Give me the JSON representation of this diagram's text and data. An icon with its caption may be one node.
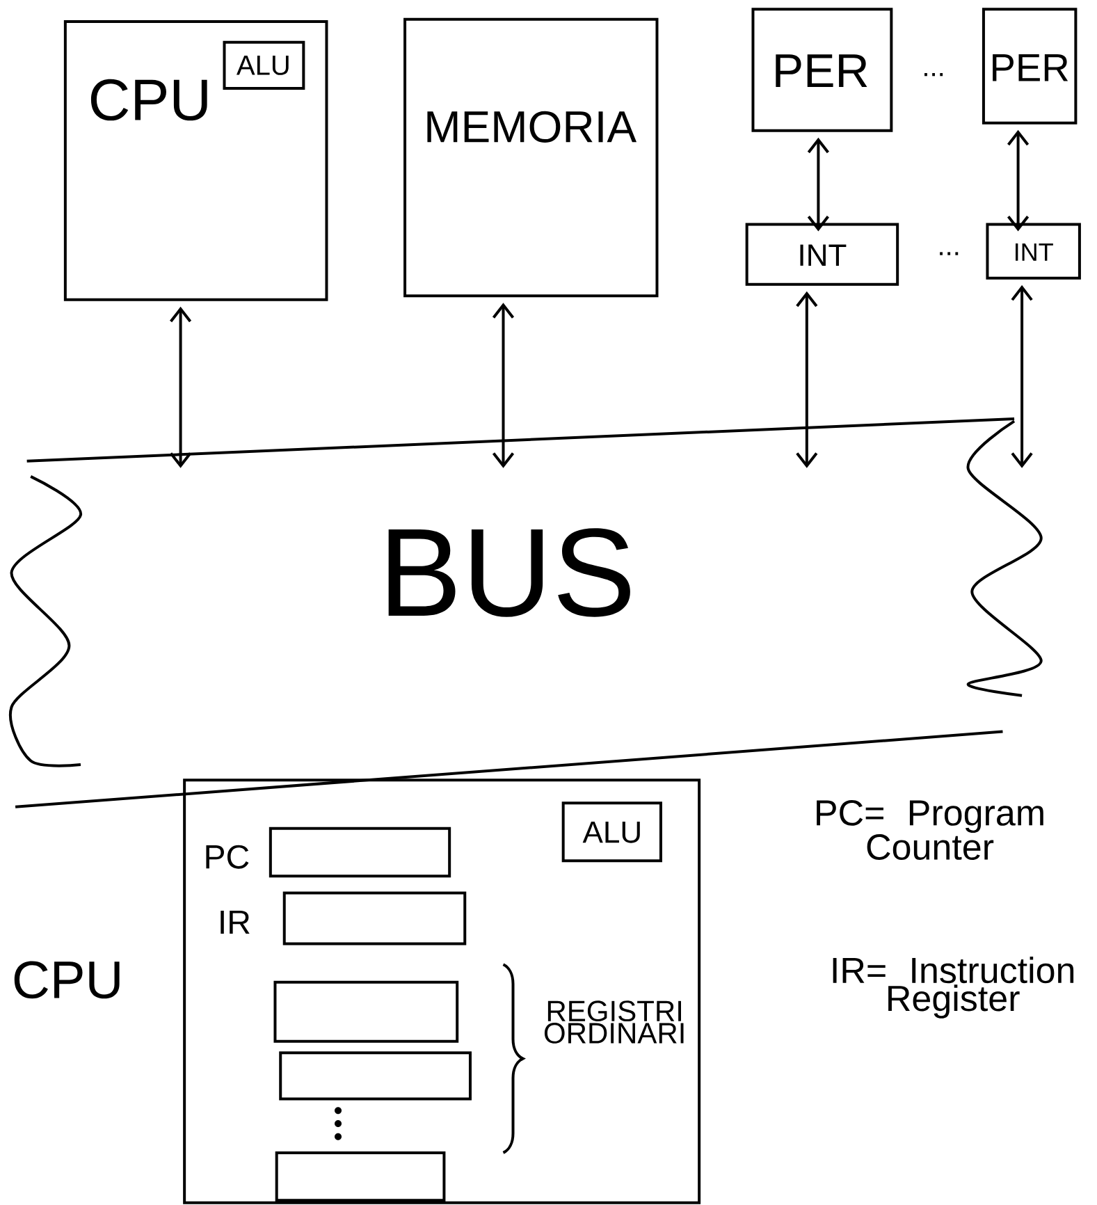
{
  "diagram": {
    "nodes": [
      {
        "text": [
          "CPU"
        ]
      },
      {
        "text": [
          "ALU"
        ],
        "in": 0
      },
      {
        "text": [
          "MEMORIA"
        ]
      },
      {
        "text": [
          "PER"
        ]
      },
      {
        "text": [
          "PER"
        ]
      },
      {
        "text": [
          "INT"
        ]
      },
      {
        "text": [
          "INT"
        ]
      },
      {
        "text": [
          "BUS"
        ]
      },
      {
        "text": [
          "CPU"
        ]
      },
      {
        "text": [
          "ALU"
        ],
        "in": 8
      },
      {
        "text": [],
        "shape": "box",
        "beside": [
          "PC"
        ],
        "in": 8
      },
      {
        "text": [],
        "shape": "box",
        "beside": [
          "IR"
        ],
        "in": 8
      },
      {
        "text": [],
        "shape": "box",
        "in": 8
      },
      {
        "text": [],
        "shape": "box",
        "in": 8
      },
      {
        "text": [],
        "shape": "box",
        "in": 8
      }
    ],
    "edges": [
      {
        "from": 0,
        "to": 7,
        "arrow": "both"
      },
      {
        "from": 2,
        "to": 7,
        "arrow": "both"
      },
      {
        "from": 3,
        "to": 5,
        "arrow": "both"
      },
      {
        "from": 5,
        "to": 7,
        "arrow": "both"
      },
      {
        "from": 4,
        "to": 6,
        "arrow": "both"
      },
      {
        "from": 6,
        "to": 7,
        "arrow": "both"
      }
    ],
    "labels": [
      "...",
      "...",
      "REGISTRI ORDINARI",
      "PC= Program Counter",
      "IR= Instruction Register"
    ]
  }
}
